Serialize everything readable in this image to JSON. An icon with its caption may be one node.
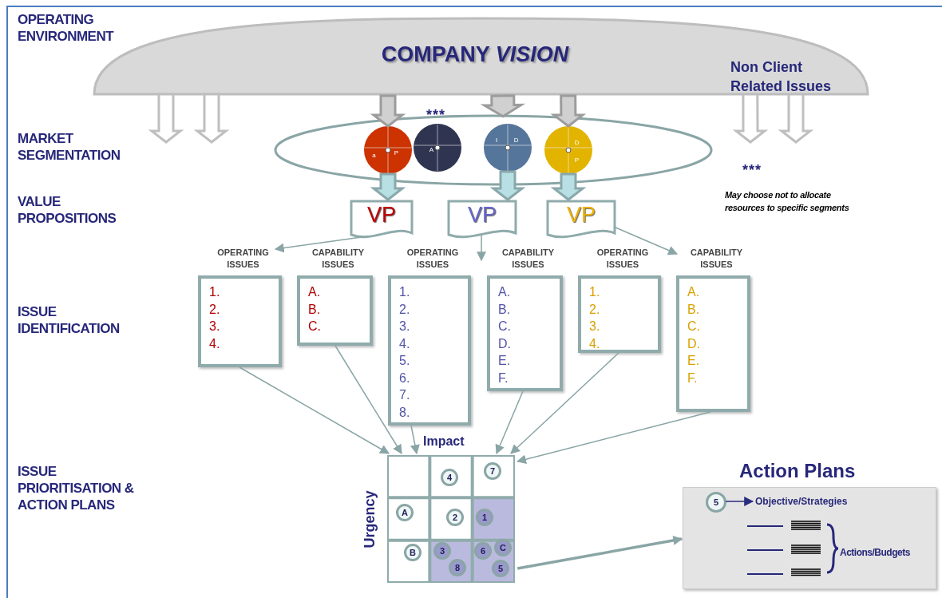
{
  "diagram": {
    "nodes": [
      {
        "text": [
          "COMPANY *VISION*",
          "Non Client Related Issues"
        ]
      },
      {
        "text": [],
        "shape": "ellipse"
      },
      {
        "text": [
          "a",
          "P"
        ],
        "in": 1
      },
      {
        "text": [
          "A"
        ],
        "in": 1,
        "beside": [
          "***"
        ]
      },
      {
        "text": [
          "I",
          "D"
        ],
        "in": 1
      },
      {
        "text": [
          "D",
          "P"
        ],
        "in": 1
      },
      {
        "text": [
          "VP"
        ]
      },
      {
        "text": [
          "VP"
        ]
      },
      {
        "text": [
          "VP"
        ]
      },
      {
        "text": [
          "OPERATING ISSUES",
          "1.",
          "2.",
          "3.",
          "4."
        ]
      },
      {
        "text": [
          "CAPABILITY ISSUES",
          "A.",
          "B.",
          "C."
        ]
      },
      {
        "text": [
          "OPERATING ISSUES",
          "1.",
          "2.",
          "3.",
          "4.",
          "5.",
          "6.",
          "7.",
          "8."
        ]
      },
      {
        "text": [
          "CAPABILITY ISSUES",
          "A.",
          "B.",
          "C.",
          "D.",
          "E.",
          "F."
        ]
      },
      {
        "text": [
          "OPERATING ISSUES",
          "1.",
          "2.",
          "3.",
          "4."
        ]
      },
      {
        "text": [
          "CAPABILITY ISSUES",
          "A.",
          "B.",
          "C.",
          "D.",
          "E.",
          "F."
        ]
      },
      {
        "text": [
          "Impact",
          "Urgency"
        ]
      },
      {
        "text": [
          "4"
        ],
        "in": 15
      },
      {
        "text": [
          "7"
        ],
        "in": 15
      },
      {
        "text": [
          "A"
        ],
        "in": 15
      },
      {
        "text": [
          "2"
        ],
        "in": 15
      },
      {
        "text": [
          "1"
        ],
        "in": 15
      },
      {
        "text": [
          "B"
        ],
        "in": 15
      },
      {
        "text": [
          "3"
        ],
        "in": 15
      },
      {
        "text": [
          "6"
        ],
        "in": 15
      },
      {
        "text": [
          "C"
        ],
        "in": 15
      },
      {
        "text": [
          "8"
        ],
        "in": 15
      },
      {
        "text": [
          "5"
        ],
        "in": 15
      },
      {
        "text": [
          "Action Plans"
        ]
      },
      {
        "text": [
          "5"
        ],
        "in": 27
      },
      {
        "text": [
          "Objective/Strategies"
        ],
        "in": 27
      }
    ],
    "edges": [
      {
        "from": 0,
        "to": 2,
        "arrow": "to",
        "style": "thick",
        "color": "#d0d0d0"
      },
      {
        "from": 0,
        "to": 1,
        "arrow": "to",
        "style": "thick",
        "color": "#d0d0d0"
      },
      {
        "from": 0,
        "to": 5,
        "arrow": "to",
        "style": "thick",
        "color": "#d0d0d0"
      },
      {
        "from": 0,
        "to": null,
        "arrow": "to",
        "style": "thick",
        "color": "#ffffff"
      },
      {
        "from": 0,
        "to": null,
        "arrow": "to",
        "style": "thick",
        "color": "#ffffff"
      },
      {
        "from": 0,
        "to": null,
        "arrow": "to",
        "style": "thick",
        "color": "#ffffff"
      },
      {
        "from": 0,
        "to": null,
        "arrow": "to",
        "style": "thick",
        "color": "#ffffff"
      },
      {
        "from": 2,
        "to": 6,
        "arrow": "to",
        "style": "thick",
        "color": "#b8e0e4"
      },
      {
        "from": 4,
        "to": 7,
        "arrow": "to",
        "style": "thick",
        "color": "#b8e0e4"
      },
      {
        "from": 5,
        "to": 8,
        "arrow": "to",
        "style": "thick",
        "color": "#b8e0e4"
      },
      {
        "from": 6,
        "to": 9,
        "arrow": "to"
      },
      {
        "from": 7,
        "to": 11,
        "arrow": "to"
      },
      {
        "from": 8,
        "to": 14,
        "arrow": "to"
      },
      {
        "from": 9,
        "to": 15,
        "arrow": "to"
      },
      {
        "from": 10,
        "to": 15,
        "arrow": "to"
      },
      {
        "from": 11,
        "to": 15,
        "arrow": "to"
      },
      {
        "from": 12,
        "to": 15,
        "arrow": "to"
      },
      {
        "from": 13,
        "to": 15,
        "arrow": "to"
      },
      {
        "from": 14,
        "to": 15,
        "arrow": "to"
      },
      {
        "from": 15,
        "to": 27,
        "arrow": "to",
        "style": "thick"
      },
      {
        "from": 28,
        "to": 29,
        "arrow": "to",
        "color": "#2b2b80"
      }
    ],
    "labels": [
      "OPERATING ENVIRONMENT",
      "MARKET SEGMENTATION",
      "VALUE PROPOSITIONS",
      "ISSUE IDENTIFICATION",
      "ISSUE PRIORITISATION & ACTION PLANS",
      "***",
      "May choose not to allocate resources to specific segments",
      "Actions/Budgets"
    ]
  }
}
